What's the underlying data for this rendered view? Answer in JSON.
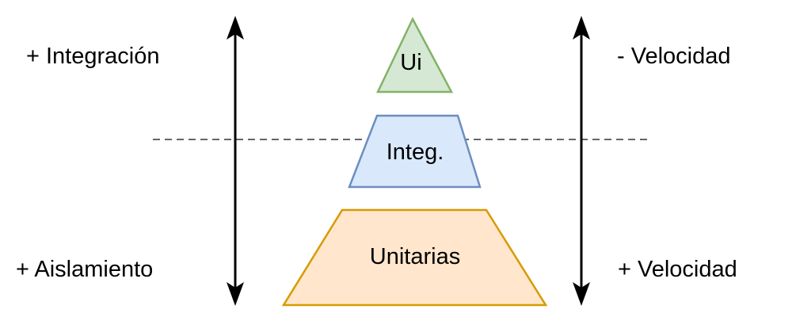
{
  "labels": {
    "top_left": "+ Integración",
    "bottom_left": "+ Aislamiento",
    "top_right": "- Velocidad",
    "bottom_right": "+ Velocidad"
  },
  "pyramid": {
    "top": {
      "label": "Ui",
      "fill": "#d5e8d4",
      "stroke": "#82b366"
    },
    "middle": {
      "label": "Integ.",
      "fill": "#dae8fc",
      "stroke": "#6c8ebf"
    },
    "bottom": {
      "label": "Unitarias",
      "fill": "#ffe6cc",
      "stroke": "#d79b00"
    }
  },
  "divider": {
    "style": "dashed",
    "color": "#666666"
  },
  "arrows": {
    "color": "#000000"
  }
}
